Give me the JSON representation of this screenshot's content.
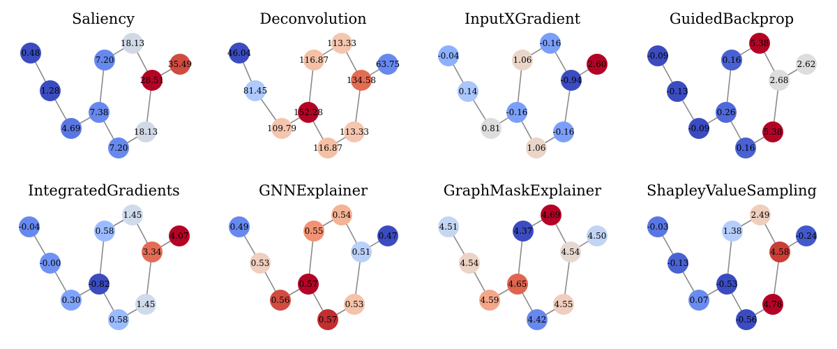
{
  "panels": [
    {
      "title": "Saliency",
      "nodes": [
        {
          "label": "0.48",
          "color": "#3b4cc0"
        },
        {
          "label": "1.28",
          "color": "#3b4cc0"
        },
        {
          "label": "4.69",
          "color": "#5977e3"
        },
        {
          "label": "7.38",
          "color": "#6788ee"
        },
        {
          "label": "7.20",
          "color": "#6788ee"
        },
        {
          "label": "18.13",
          "color": "#d1d9e6"
        },
        {
          "label": "7.20",
          "color": "#6788ee"
        },
        {
          "label": "28.51",
          "color": "#b40426"
        },
        {
          "label": "35.49",
          "color": "#d24b40"
        },
        {
          "label": "18.13",
          "color": "#d1d9e6"
        }
      ]
    },
    {
      "title": "Deconvolution",
      "nodes": [
        {
          "label": "46.04",
          "color": "#3b4cc0"
        },
        {
          "label": "81.45",
          "color": "#aec9fc"
        },
        {
          "label": "109.79",
          "color": "#f4c6af"
        },
        {
          "label": "152.28",
          "color": "#b40426"
        },
        {
          "label": "116.87",
          "color": "#f4c0a6"
        },
        {
          "label": "113.33",
          "color": "#f4c6af"
        },
        {
          "label": "116.87",
          "color": "#f4c0a6"
        },
        {
          "label": "134.58",
          "color": "#e36c55"
        },
        {
          "label": "63.75",
          "color": "#6788ee"
        },
        {
          "label": "113.33",
          "color": "#f4c6af"
        }
      ]
    },
    {
      "title": "InputXGradient",
      "nodes": [
        {
          "label": "-0.04",
          "color": "#8db0fe"
        },
        {
          "label": "0.14",
          "color": "#a9c6fd"
        },
        {
          "label": "0.81",
          "color": "#dddddd"
        },
        {
          "label": "-0.16",
          "color": "#7b9ff9"
        },
        {
          "label": "1.06",
          "color": "#ead5c9"
        },
        {
          "label": "-0.16",
          "color": "#7b9ff9"
        },
        {
          "label": "1.06",
          "color": "#ead5c9"
        },
        {
          "label": "-0.94",
          "color": "#3b4cc0"
        },
        {
          "label": "2.60",
          "color": "#b40426"
        },
        {
          "label": "-0.16",
          "color": "#7b9ff9"
        }
      ]
    },
    {
      "title": "GuidedBackprop",
      "nodes": [
        {
          "label": "-0.09",
          "color": "#3b4cc0"
        },
        {
          "label": "-0.13",
          "color": "#3b4cc0"
        },
        {
          "label": "-0.09",
          "color": "#3b4cc0"
        },
        {
          "label": "0.26",
          "color": "#4f69d9"
        },
        {
          "label": "0.16",
          "color": "#4961d2"
        },
        {
          "label": "5.38",
          "color": "#b40426"
        },
        {
          "label": "0.16",
          "color": "#4961d2"
        },
        {
          "label": "2.68",
          "color": "#dddddd"
        },
        {
          "label": "2.62",
          "color": "#dddddd"
        },
        {
          "label": "5.38",
          "color": "#b40426"
        }
      ]
    },
    {
      "title": "IntegratedGradients",
      "nodes": [
        {
          "label": "-0.04",
          "color": "#6788ee"
        },
        {
          "label": "-0.00",
          "color": "#6f92f3"
        },
        {
          "label": "0.30",
          "color": "#80a3fa"
        },
        {
          "label": "-0.82",
          "color": "#3b4cc0"
        },
        {
          "label": "0.58",
          "color": "#9abbff"
        },
        {
          "label": "1.45",
          "color": "#cfdaea"
        },
        {
          "label": "0.58",
          "color": "#9abbff"
        },
        {
          "label": "3.34",
          "color": "#e36c55"
        },
        {
          "label": "4.07",
          "color": "#b40426"
        },
        {
          "label": "1.45",
          "color": "#cfdaea"
        }
      ]
    },
    {
      "title": "GNNExplainer",
      "nodes": [
        {
          "label": "0.49",
          "color": "#6788ee"
        },
        {
          "label": "0.53",
          "color": "#efcfbf"
        },
        {
          "label": "0.56",
          "color": "#d24b40"
        },
        {
          "label": "0.57",
          "color": "#b40426"
        },
        {
          "label": "0.55",
          "color": "#f29274"
        },
        {
          "label": "0.54",
          "color": "#f4b394"
        },
        {
          "label": "0.57",
          "color": "#c32e31"
        },
        {
          "label": "0.51",
          "color": "#bad0f8"
        },
        {
          "label": "0.47",
          "color": "#3b4cc0"
        },
        {
          "label": "0.53",
          "color": "#f5c2aa"
        }
      ]
    },
    {
      "title": "GraphMaskExplainer",
      "nodes": [
        {
          "label": "4.51",
          "color": "#c5d6f2"
        },
        {
          "label": "4.54",
          "color": "#ecd3c5"
        },
        {
          "label": "4.59",
          "color": "#f4a688"
        },
        {
          "label": "4.65",
          "color": "#e0654f"
        },
        {
          "label": "4.37",
          "color": "#3b4cc0"
        },
        {
          "label": "4.69",
          "color": "#b40426"
        },
        {
          "label": "4.42",
          "color": "#6788ee"
        },
        {
          "label": "4.54",
          "color": "#e5d8d1"
        },
        {
          "label": "4.50",
          "color": "#c1d4f4"
        },
        {
          "label": "4.55",
          "color": "#efcebd"
        }
      ]
    },
    {
      "title": "ShapleyValueSampling",
      "nodes": [
        {
          "label": "-0.03",
          "color": "#5977e3"
        },
        {
          "label": "-0.13",
          "color": "#4a63d3"
        },
        {
          "label": "0.07",
          "color": "#6a8bef"
        },
        {
          "label": "-0.53",
          "color": "#3b4cc0"
        },
        {
          "label": "1.38",
          "color": "#b5cdfa"
        },
        {
          "label": "2.49",
          "color": "#efcebd"
        },
        {
          "label": "-0.56",
          "color": "#3b4cc0"
        },
        {
          "label": "4.58",
          "color": "#cb3e38"
        },
        {
          "label": "-0.24",
          "color": "#4358cb"
        },
        {
          "label": "4.78",
          "color": "#b40426"
        }
      ]
    }
  ],
  "edges": [
    [
      0,
      1
    ],
    [
      1,
      2
    ],
    [
      2,
      3
    ],
    [
      3,
      4
    ],
    [
      3,
      6
    ],
    [
      4,
      5
    ],
    [
      5,
      7
    ],
    [
      7,
      8
    ],
    [
      7,
      9
    ],
    [
      9,
      6
    ]
  ]
}
